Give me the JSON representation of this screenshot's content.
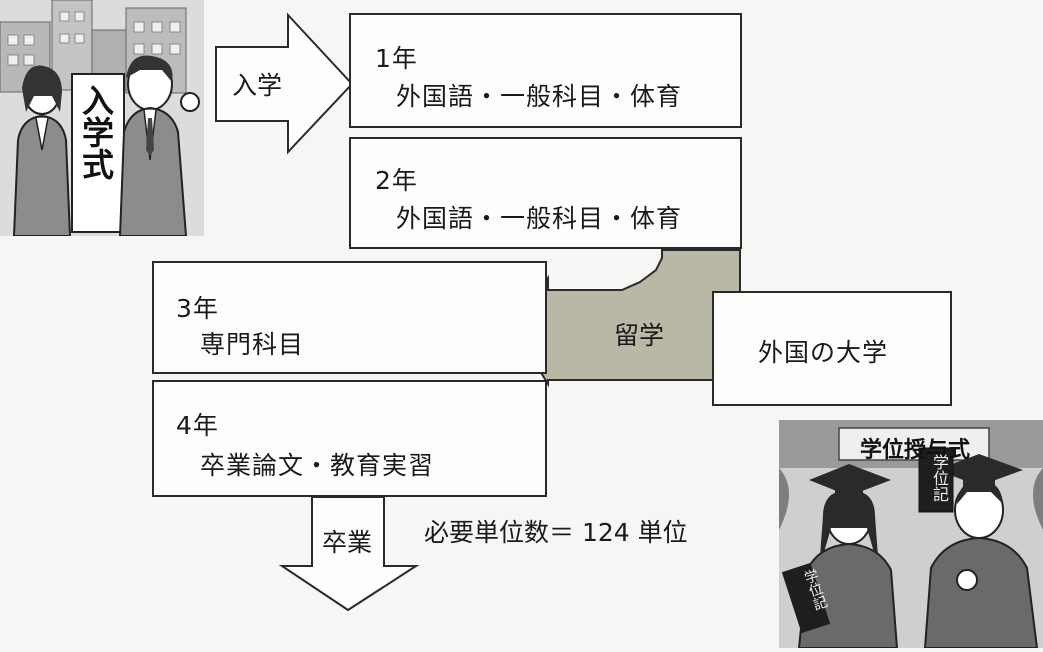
{
  "enrollment": {
    "arrow_label": "入学",
    "sign_text": "入学式"
  },
  "years": [
    {
      "year": "1年",
      "subjects": "外国語・一般科目・体育"
    },
    {
      "year": "2年",
      "subjects": "外国語・一般科目・体育"
    },
    {
      "year": "3年",
      "subjects": "専門科目"
    },
    {
      "year": "4年",
      "subjects": "卒業論文・教育実習"
    }
  ],
  "study_abroad": {
    "arrow_label": "留学",
    "destination": "外国の大学"
  },
  "graduation": {
    "arrow_label": "卒業",
    "requirement": "必要単位数＝ 124 単位"
  },
  "ceremony": {
    "banner_text": "学位授与式",
    "diploma_text": "学位記"
  },
  "colors": {
    "abroad_arrow": "#b9b7a6",
    "outline": "#2a2a2a",
    "illustration_gray": "#a9a9a9"
  }
}
